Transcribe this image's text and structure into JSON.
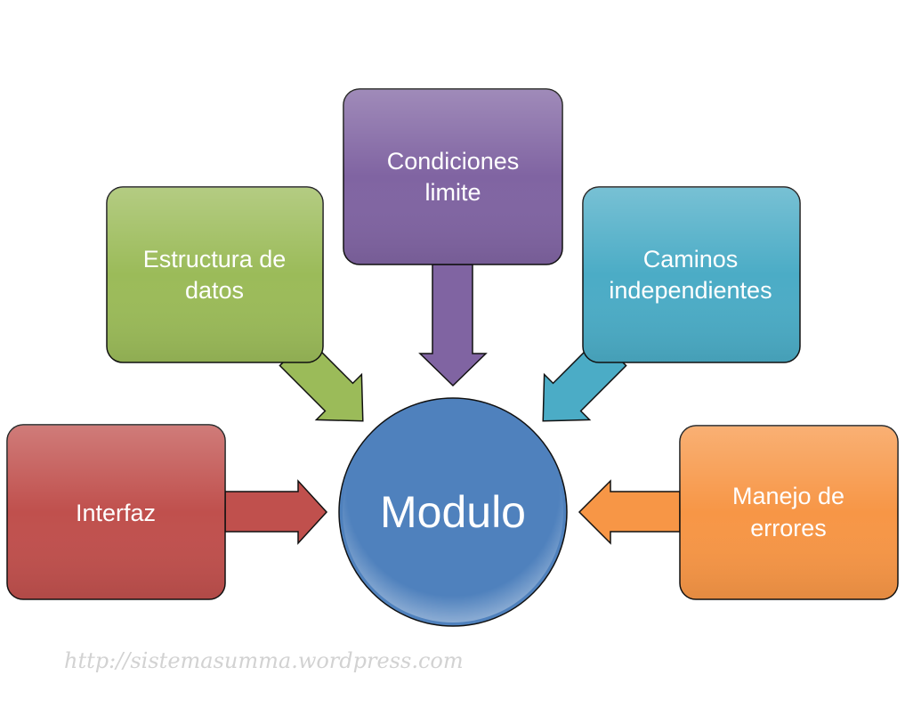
{
  "diagram": {
    "center": {
      "label": "Modulo",
      "color": "#4f81bd"
    },
    "nodes": [
      {
        "id": "interfaz",
        "lines": [
          "Interfaz"
        ],
        "color": "#c0504d"
      },
      {
        "id": "estructura",
        "lines": [
          "Estructura de",
          "datos"
        ],
        "color": "#9bbb59"
      },
      {
        "id": "condiciones",
        "lines": [
          "Condiciones",
          "limite"
        ],
        "color": "#8064a2"
      },
      {
        "id": "caminos",
        "lines": [
          "Caminos",
          "independientes"
        ],
        "color": "#4bacc6"
      },
      {
        "id": "errores",
        "lines": [
          "Manejo de",
          "errores"
        ],
        "color": "#f79646"
      }
    ]
  },
  "watermark": "http://sistemasumma.wordpress.com"
}
